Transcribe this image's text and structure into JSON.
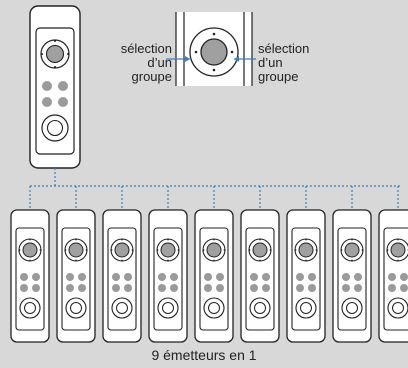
{
  "labels": {
    "left_line1": "sélection",
    "left_line2": "d’un",
    "left_line3": "groupe",
    "right_line1": "sélection",
    "right_line2": "d’un",
    "right_line3": "groupe"
  },
  "caption": "9 émetteurs en 1",
  "remote_count": 9,
  "colors": {
    "background": "#d8d8d8",
    "remote_body": "#ffffff",
    "outline": "#222222",
    "button_gray": "#9a9a9a",
    "connector_blue": "#3d7fb8"
  },
  "icons": [
    "remote-icon",
    "selector-wheel-icon",
    "arrow-left-icon",
    "arrow-right-icon"
  ]
}
